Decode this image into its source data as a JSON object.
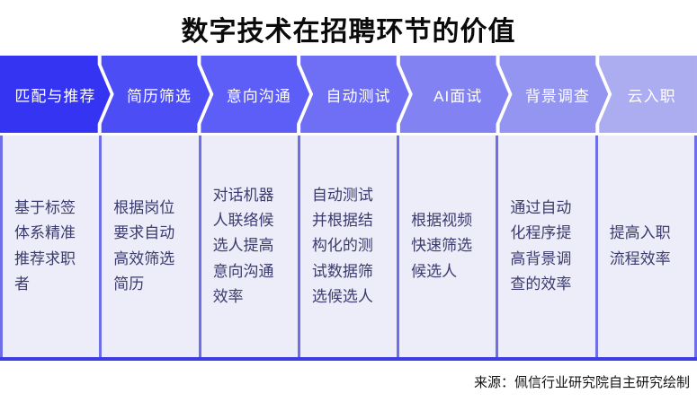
{
  "title": "数字技术在招聘环节的价值",
  "source": "来源：佩信行业研究院自主研究绘制",
  "colors": {
    "body_background": "#ededf9",
    "body_text": "#3b3b6e",
    "separator": "#6e6ee8",
    "bottom_border": "#3d3de2",
    "header_text": "#ffffff"
  },
  "columns": [
    {
      "header": "匹配与推荐",
      "header_color": "#3434f2",
      "body": "基于标签体系精准推荐求职者"
    },
    {
      "header": "简历筛选",
      "header_color": "#4d4df6",
      "body": "根据岗位要求自动高效筛选简历"
    },
    {
      "header": "意向沟通",
      "header_color": "#5d5df7",
      "body": "对话机器人联络候选人提高意向沟通效率"
    },
    {
      "header": "自动测试",
      "header_color": "#6f6ff5",
      "body": "自动测试并根据结构化的测试数据筛选候选人"
    },
    {
      "header": "AI面试",
      "header_color": "#8282f3",
      "body": "根据视频快速筛选候选人"
    },
    {
      "header": "背景调查",
      "header_color": "#9494f1",
      "body": "通过自动化程序提高背景调查的效率"
    },
    {
      "header": "云入职",
      "header_color": "#acacf0",
      "body": "提高入职流程效率"
    }
  ]
}
